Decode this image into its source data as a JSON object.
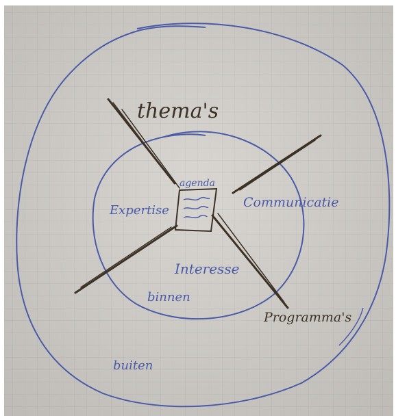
{
  "labels": {
    "themas": "thema's",
    "agenda": "agenda",
    "expertise": "Expertise",
    "communicatie": "Communicatie",
    "interesse": "Interesse",
    "binnen": "binnen",
    "programmas": "Programma's",
    "buiten": "buiten"
  },
  "colors": {
    "paper": "#d9d6d1",
    "grid": "#c3c4c8",
    "blue_ink": "#4a5aa6",
    "dark_ink": "#3b3126"
  },
  "icons": {
    "agenda_document": "document-icon"
  }
}
